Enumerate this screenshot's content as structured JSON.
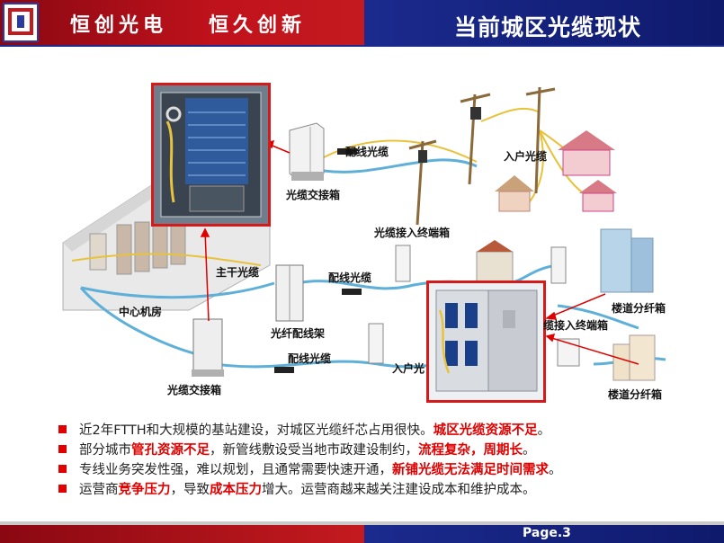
{
  "header": {
    "slogan_1": "恒创光电",
    "slogan_2": "恒久创新",
    "title": "当前城区光缆现状"
  },
  "diagram": {
    "labels": {
      "cable_cross_box_top": "光缆交接箱",
      "distribution_cable_top": "配线光缆",
      "drop_cable_top": "入户光缆",
      "access_terminal_box_top": "光缆接入终端箱",
      "trunk_cable": "主干光缆",
      "distribution_cable_mid": "配线光缆",
      "central_office": "中心机房",
      "fiber_distribution_frame": "光纤配线架",
      "distribution_cable_bottom": "配线光缆",
      "drop_cable_bottom": "入户光",
      "access_terminal_box_right": "缆接入终端箱",
      "building_fiber_box_1": "楼道分纤箱",
      "building_fiber_box_2": "楼道分纤箱",
      "cable_cross_box_bottom": "光缆交接箱"
    }
  },
  "bullets": [
    {
      "parts": [
        {
          "text": "近2年FTTH和大规模的基站建设，对城区光缆纤芯占用很快。",
          "hl": false
        },
        {
          "text": "城区光缆资源不足",
          "hl": true
        },
        {
          "text": "。",
          "hl": false
        }
      ]
    },
    {
      "parts": [
        {
          "text": "部分城市",
          "hl": false
        },
        {
          "text": "管孔资源不足",
          "hl": true
        },
        {
          "text": "，新管线敷设受当地市政建设制约，",
          "hl": false
        },
        {
          "text": "流程复杂，周期长",
          "hl": true
        },
        {
          "text": "。",
          "hl": false
        }
      ]
    },
    {
      "parts": [
        {
          "text": "专线业务突发性强，难以规划，且通常需要快速开通，",
          "hl": false
        },
        {
          "text": "新铺光缆无法满足时间需求",
          "hl": true
        },
        {
          "text": "。",
          "hl": false
        }
      ]
    },
    {
      "parts": [
        {
          "text": "运营商",
          "hl": false
        },
        {
          "text": "竞争压力",
          "hl": true
        },
        {
          "text": "，导致",
          "hl": false
        },
        {
          "text": "成本压力",
          "hl": true
        },
        {
          "text": "增大。运营商越来越关注建设成本和维护成本。",
          "hl": false
        }
      ]
    }
  ],
  "footer": {
    "page": "Page.3"
  },
  "colors": {
    "brand_red": "#c41a1f",
    "brand_blue": "#1b2a8e",
    "highlight_red": "#e00000",
    "cable_blue": "#5fb0d8",
    "fiber_yellow": "#e8c23a"
  }
}
